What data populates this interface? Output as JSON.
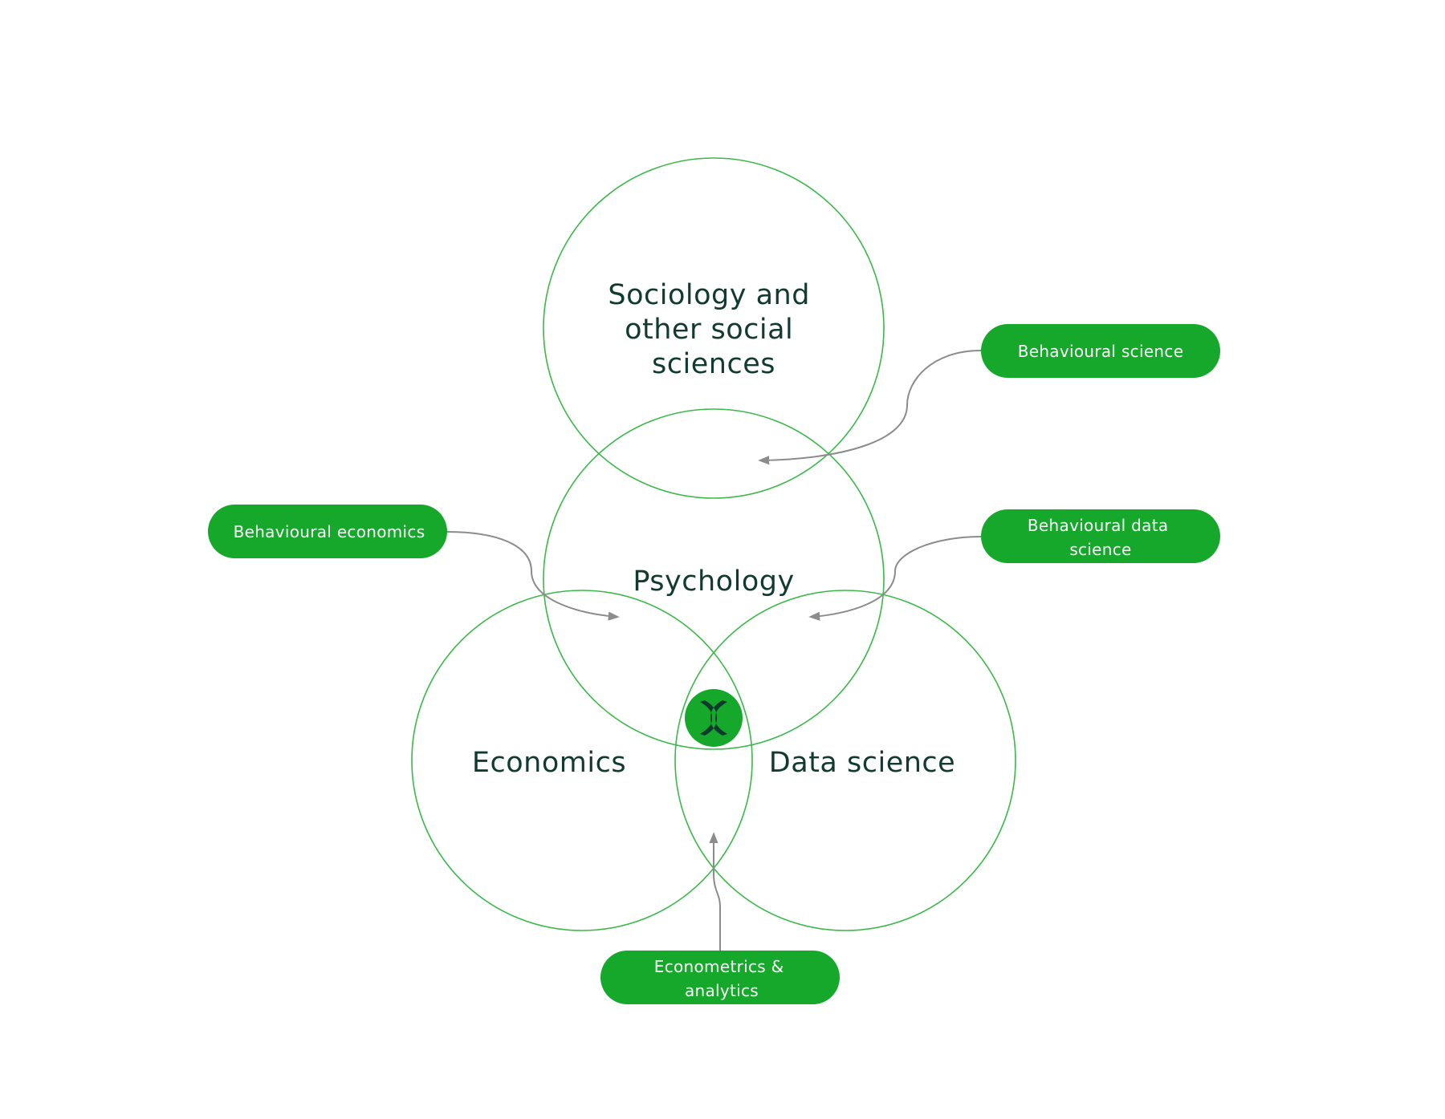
{
  "colors": {
    "circle_stroke": "#3cb84a",
    "label_text": "#123a30",
    "pill_fill": "#15a82b",
    "pill_text": "#ffffff",
    "connector": "#8c8c8c",
    "logo_fill": "#15a82b",
    "logo_mark": "#0d3a2c"
  },
  "circles": {
    "sociology": {
      "label_lines": [
        "Sociology and",
        "other social",
        "sciences"
      ]
    },
    "psychology": {
      "label_lines": [
        "Psychology"
      ]
    },
    "economics": {
      "label_lines": [
        "Economics"
      ]
    },
    "data_science": {
      "label_lines": [
        "Data science"
      ]
    }
  },
  "pills": {
    "behavioural_science": {
      "label_lines": [
        "Behavioural science"
      ]
    },
    "behavioural_economics": {
      "label_lines": [
        "Behavioural economics"
      ]
    },
    "behavioural_data_science": {
      "label_lines": [
        "Behavioural data",
        "science"
      ]
    },
    "econometrics": {
      "label_lines": [
        "Econometrics &",
        "analytics"
      ]
    }
  },
  "logo": {
    "icon": "brand-x-icon"
  }
}
